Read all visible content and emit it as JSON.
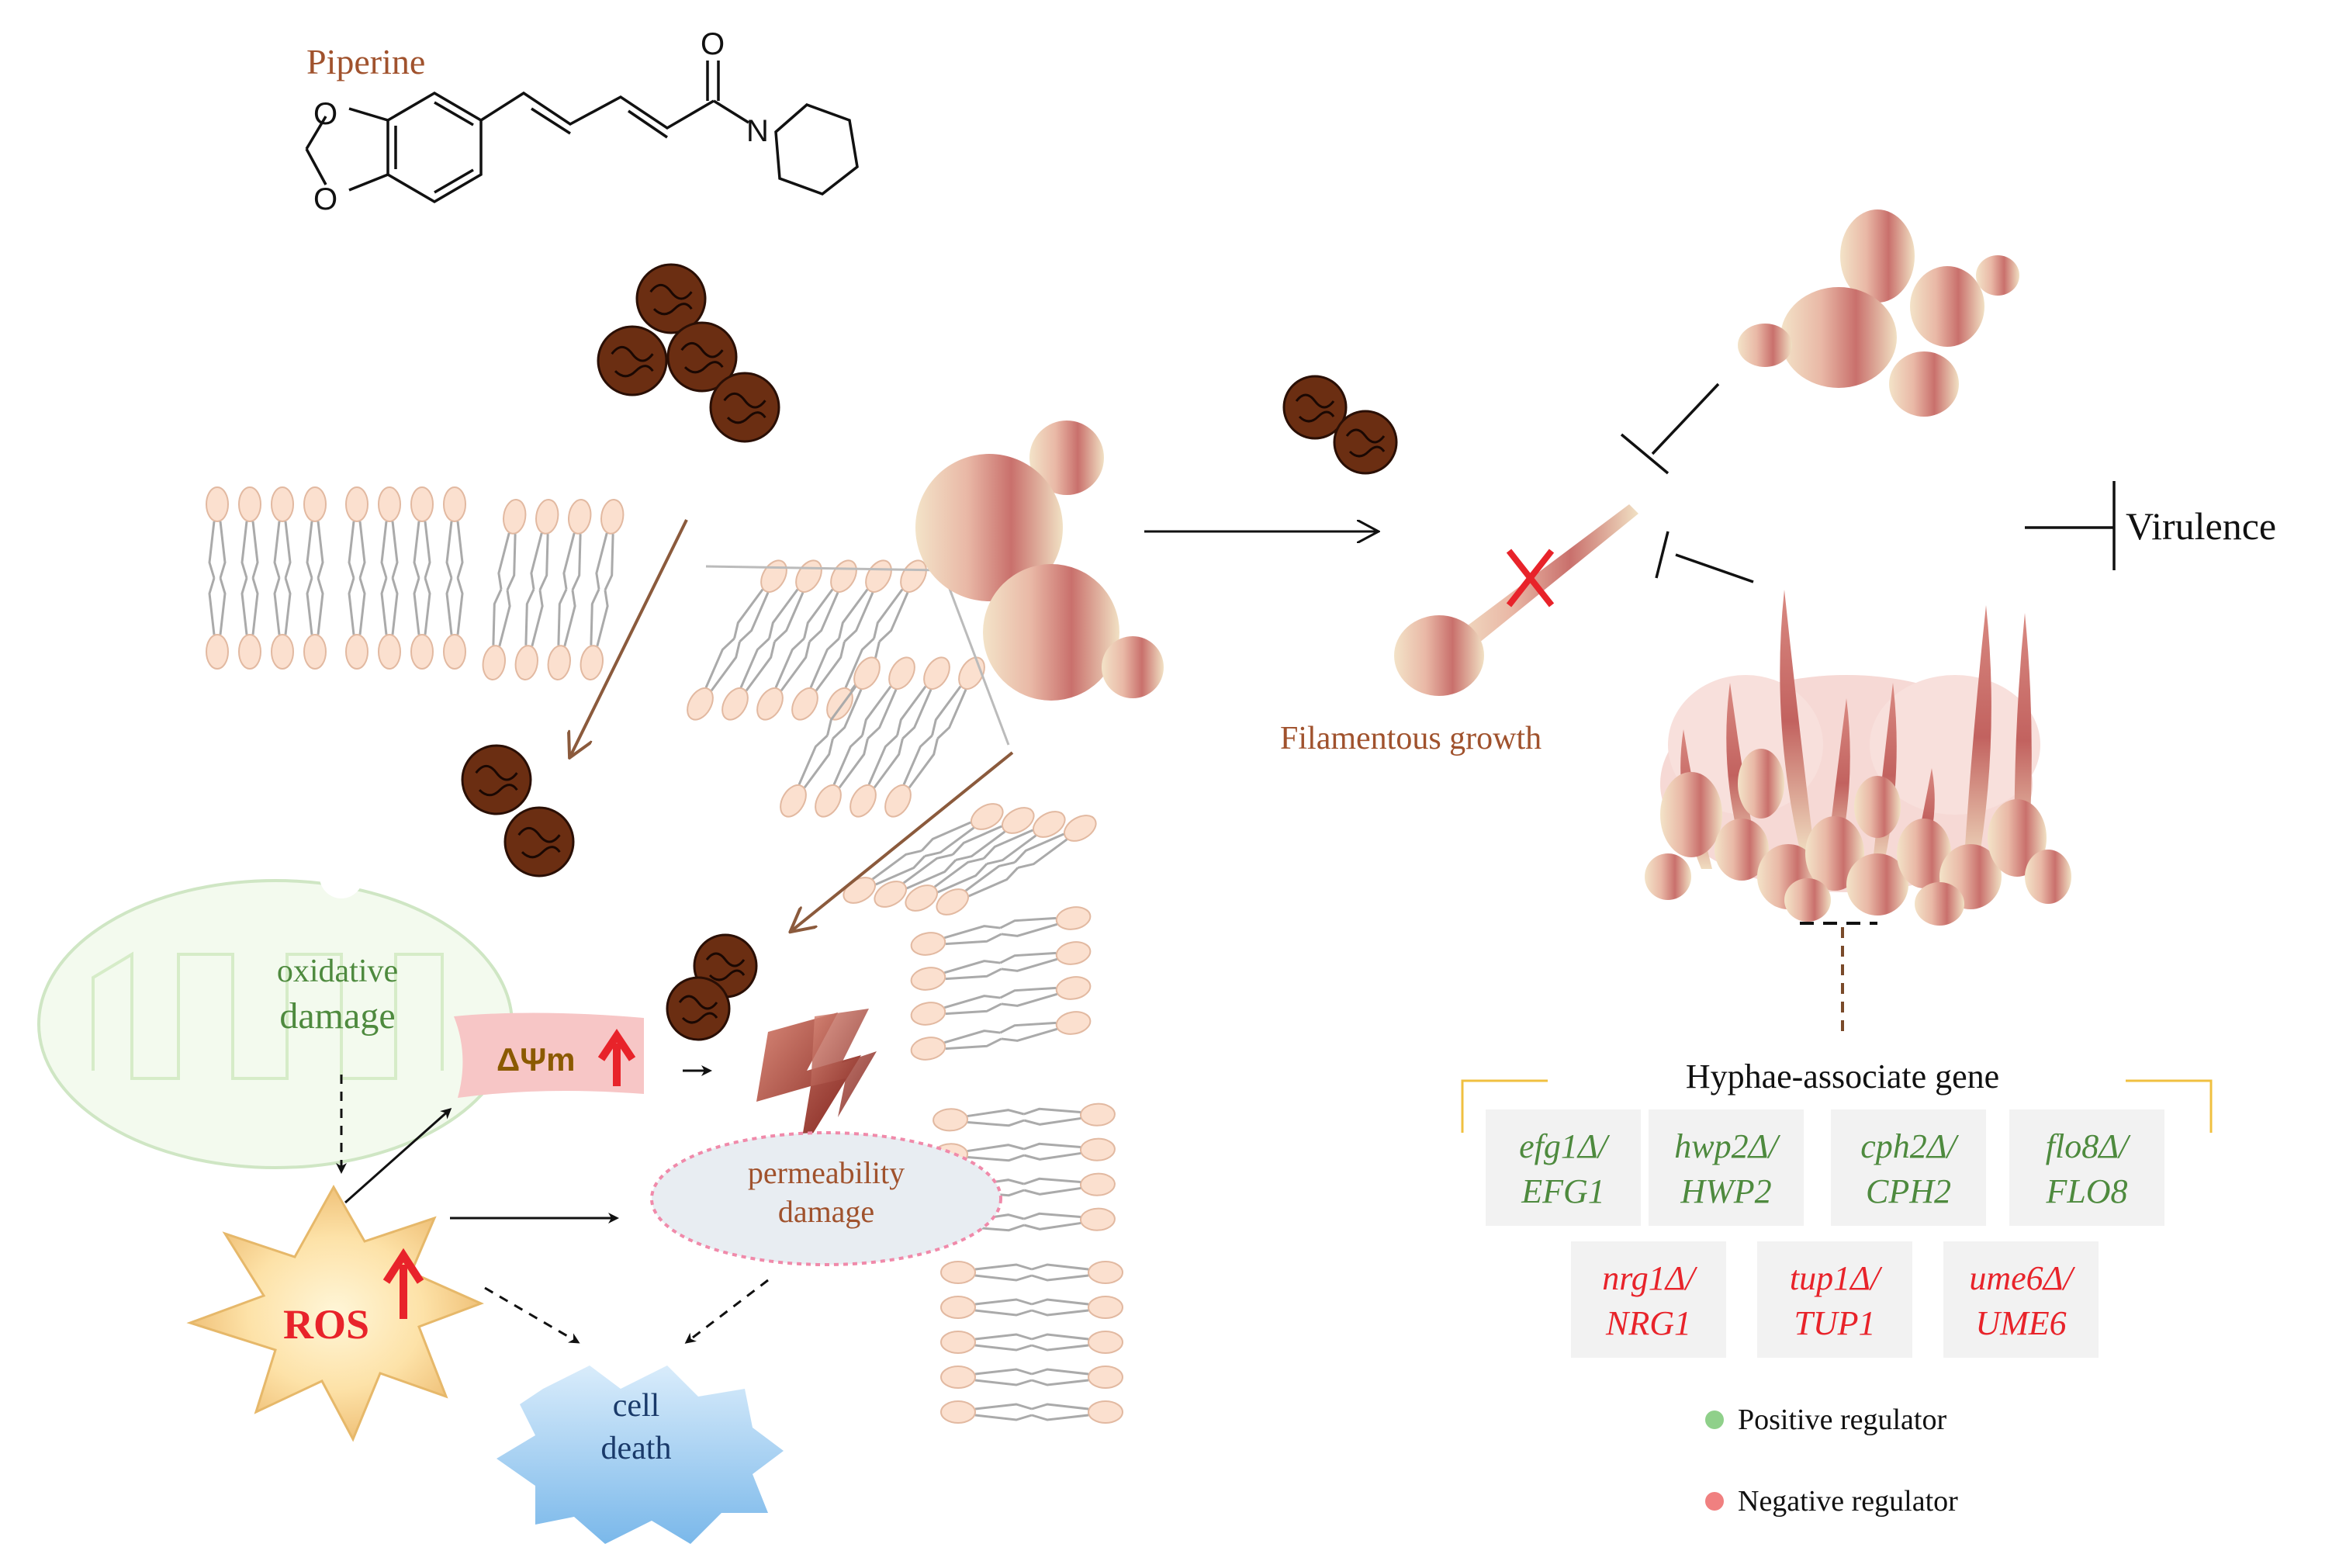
{
  "compound": {
    "name": "Piperine",
    "atom_O_carbonyl": "O",
    "atom_O_ring1": "O",
    "atom_O_ring2": "O",
    "atom_N": "N"
  },
  "mito": {
    "oxidative_line1": "oxidative",
    "oxidative_line2": "damage",
    "delta_psi": "ΔΨm"
  },
  "ros": {
    "label": "ROS"
  },
  "permeability": {
    "line1": "permeability",
    "line2": "damage"
  },
  "cell_death": {
    "line1": "cell",
    "line2": "death"
  },
  "filament": {
    "label": "Filamentous growth"
  },
  "virulence": {
    "label": "Virulence"
  },
  "genes": {
    "title": "Hyphae-associate gene",
    "positive": [
      {
        "line1": "efg1Δ/",
        "line2": "EFG1"
      },
      {
        "line1": "hwp2Δ/",
        "line2": "HWP2"
      },
      {
        "line1": "cph2Δ/",
        "line2": "CPH2"
      },
      {
        "line1": "flo8Δ/",
        "line2": "FLO8"
      }
    ],
    "negative": [
      {
        "line1": "nrg1Δ/",
        "line2": "NRG1"
      },
      {
        "line1": "tup1Δ/",
        "line2": "TUP1"
      },
      {
        "line1": "ume6Δ/",
        "line2": "UME6"
      }
    ]
  },
  "legend": {
    "positive": "Positive regulator",
    "negative": "Negative regulator"
  },
  "colors": {
    "piperine_brown": "#a0522d",
    "positive_green": "#4e8a3e",
    "negative_red": "#e8232a",
    "legend_green": "#8fd08a",
    "legend_red": "#f08080",
    "ros_red": "#ff0000",
    "arrow_brown": "#8b5a3c",
    "bracket_yellow": "#f0c040"
  }
}
